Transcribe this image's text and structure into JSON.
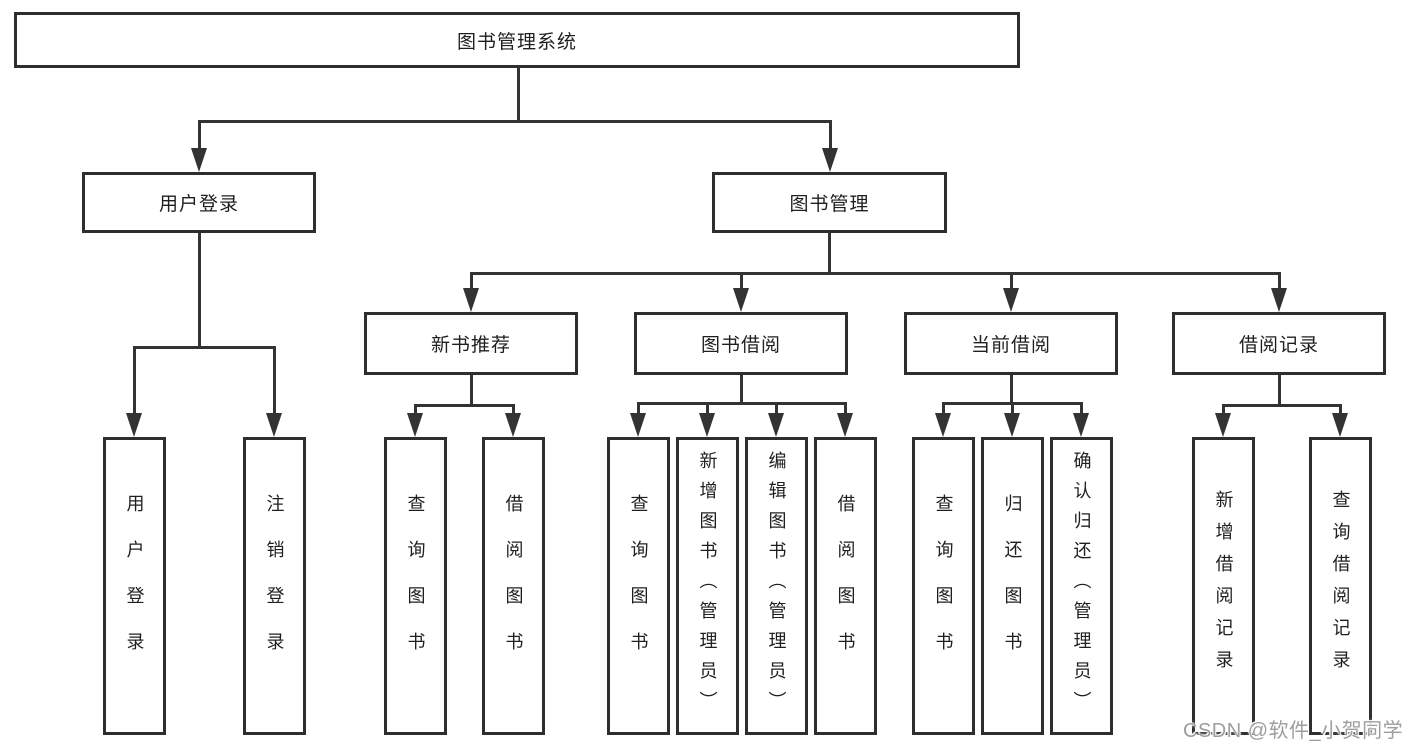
{
  "diagram": {
    "root": {
      "label": "图书管理系统"
    },
    "level2": [
      {
        "label": "用户登录"
      },
      {
        "label": "图书管理"
      }
    ],
    "level3": [
      {
        "label": "新书推荐"
      },
      {
        "label": "图书借阅"
      },
      {
        "label": "当前借阅"
      },
      {
        "label": "借阅记录"
      }
    ],
    "leaves": {
      "login": [
        {
          "label": "用户登录"
        },
        {
          "label": "注销登录"
        }
      ],
      "newbook": [
        {
          "label": "查询图书"
        },
        {
          "label": "借阅图书"
        }
      ],
      "borrow": [
        {
          "label": "查询图书"
        },
        {
          "label": "新增图书（管理员）"
        },
        {
          "label": "编辑图书（管理员）"
        },
        {
          "label": "借阅图书"
        }
      ],
      "current": [
        {
          "label": "查询图书"
        },
        {
          "label": "归还图书"
        },
        {
          "label": "确认归还（管理员）"
        }
      ],
      "record": [
        {
          "label": "新增借阅记录"
        },
        {
          "label": "查询借阅记录"
        }
      ]
    },
    "colors": {
      "line": "#333333",
      "box_border": "#2e2e2e",
      "text": "#1f1f1f",
      "background": "#ffffff",
      "watermark": "#9e9e9e"
    }
  },
  "watermark": {
    "text": "CSDN @软件_小贺同学"
  }
}
